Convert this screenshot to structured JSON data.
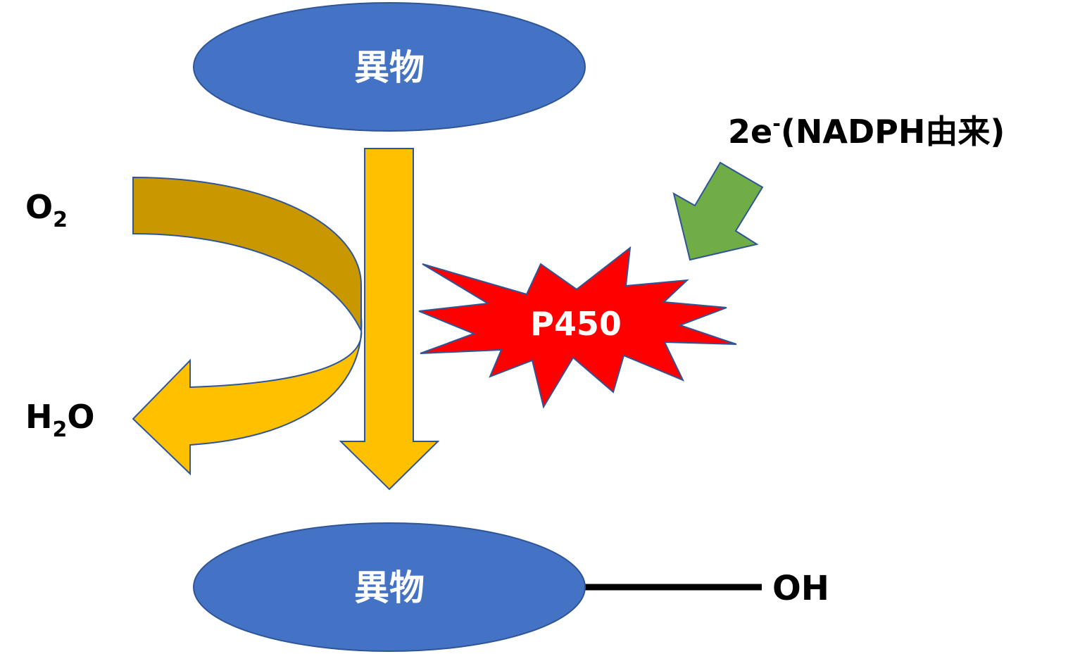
{
  "colors": {
    "ellipse_fill": "#4472C4",
    "ellipse_stroke": "#2F5597",
    "arrow_yellow": "#FFC000",
    "arrow_dark_gold": "#C99800",
    "shape_stroke": "#2F5597",
    "burst_red": "#FF0000",
    "arrow_green": "#70AD47",
    "bond_line": "#000000"
  },
  "nodes": {
    "substrate": {
      "label": "異物"
    },
    "product": {
      "label": "異物",
      "substituent": "OH"
    },
    "enzyme": {
      "label": "P450"
    }
  },
  "cofactors": {
    "electrons": {
      "base": "2e",
      "sup": "-",
      "paren_text": "(NADPH由来)"
    },
    "oxygen": {
      "base": "O",
      "sub": "2"
    },
    "water": {
      "base1": "H",
      "sub": "2",
      "base2": "O"
    }
  },
  "icons": {
    "main_arrow": "arrow-down-icon",
    "curved_arrow": "curved-arrow-icon",
    "electron_arrow": "arrow-down-left-icon",
    "burst": "explosion-burst-icon"
  }
}
